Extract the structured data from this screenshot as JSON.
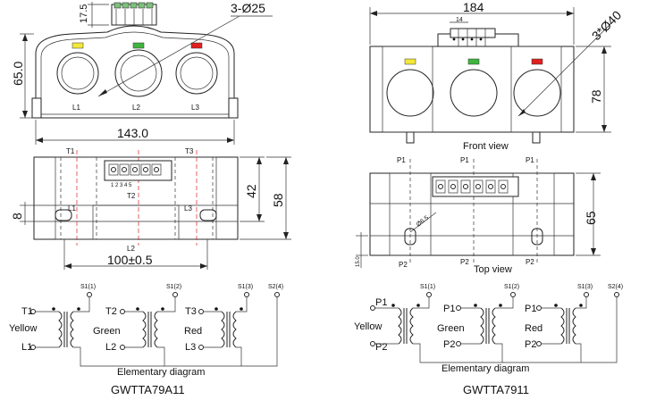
{
  "left": {
    "top_view": {
      "dim_17_5": "17.5",
      "dim_65": "65.0",
      "dim_holes": "3-Ø25",
      "dim_143": "143.0",
      "labels": [
        "L1",
        "L2",
        "L3"
      ],
      "indicator_colors": [
        "#f2e83a",
        "#3fb53f",
        "#e02020"
      ]
    },
    "side_view": {
      "T1": "T1",
      "T2": "T2",
      "T3": "T3",
      "L1": "L1",
      "L2": "L2",
      "L3": "L3",
      "dim_8": "8",
      "dim_42": "42",
      "dim_58": "58",
      "dim_100": "100±0.5",
      "terminal_numbers": "1 2 3 4 5"
    },
    "schematic": {
      "s1": "S1(1)",
      "s2": "S1(2)",
      "s3": "S1(3)",
      "s4": "S2(4)",
      "ph1": "Yellow",
      "ph2": "Green",
      "ph3": "Red",
      "t1": "T1",
      "t2": "T2",
      "t3": "T3",
      "l1": "L1",
      "l2": "L2",
      "l3": "L3",
      "caption": "Elementary diagram"
    },
    "model": "GWTTA79A11"
  },
  "right": {
    "front_view": {
      "dim_184": "184",
      "dim_14": "14",
      "dim_holes": "3*Ø40",
      "dim_78": "78",
      "label": "Front view",
      "indicator_colors": [
        "#f2e83a",
        "#3fb53f",
        "#e02020"
      ]
    },
    "top_view": {
      "P1": "P1",
      "P2": "P2",
      "dim_15": "15.0",
      "dim_65": "65",
      "dim_hole": "Ø6.5",
      "label": "Top view"
    },
    "schematic": {
      "s1": "S1(1)",
      "s2": "S1(2)",
      "s3": "S1(3)",
      "s4": "S2(4)",
      "ph1": "Yellow",
      "ph2": "Green",
      "ph3": "Red",
      "p1": "P1",
      "p2": "P2",
      "caption": "Elementary diagram"
    },
    "model": "GWTTA7911"
  }
}
